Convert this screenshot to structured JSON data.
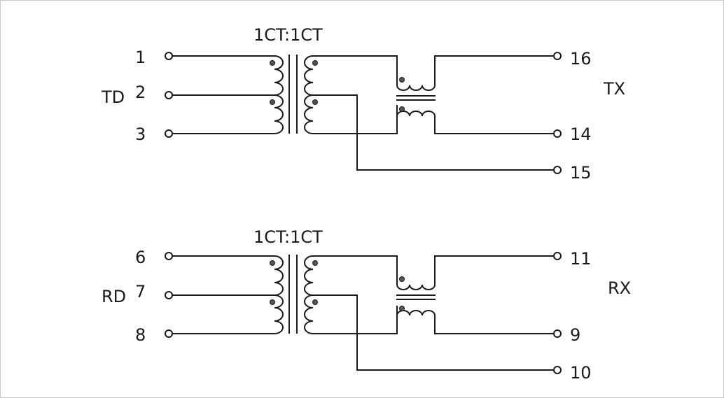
{
  "diagram": {
    "upper": {
      "ratio": "1CT:1CT",
      "group_left": "TD",
      "group_right": "TX",
      "pins_left": [
        "1",
        "2",
        "3"
      ],
      "pins_right": [
        "16",
        "14",
        "15"
      ]
    },
    "lower": {
      "ratio": "1CT:1CT",
      "group_left": "RD",
      "group_right": "RX",
      "pins_left": [
        "6",
        "7",
        "8"
      ],
      "pins_right": [
        "11",
        "9",
        "10"
      ]
    }
  }
}
